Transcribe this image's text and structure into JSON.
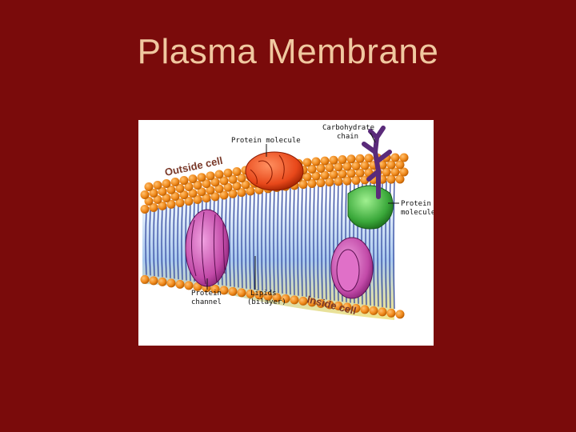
{
  "slide": {
    "title": "Plasma Membrane"
  },
  "diagram": {
    "labels": {
      "protein_molecule_top": "Protein molecule",
      "carbohydrate_chain_line1": "Carbohydrate",
      "carbohydrate_chain_line2": "chain",
      "protein_molecule_right_line1": "Protein",
      "protein_molecule_right_line2": "molecule",
      "protein_channel_line1": "Protein",
      "protein_channel_line2": "channel",
      "lipids_line1": "Lipids",
      "lipids_line2": "(bilayer)",
      "outside_cell": "Outside cell",
      "inside_cell": "Inside cell"
    },
    "colors": {
      "background": "#7a0b0b",
      "title": "#f0c8a0",
      "lipid_head": "#f08a1c",
      "lipid_tail": "#2a3f9a",
      "channel_protein": "#c24aa8",
      "top_protein": "#e8481a",
      "right_protein": "#3aa83a",
      "carbohydrate": "#5a2a7a"
    }
  }
}
